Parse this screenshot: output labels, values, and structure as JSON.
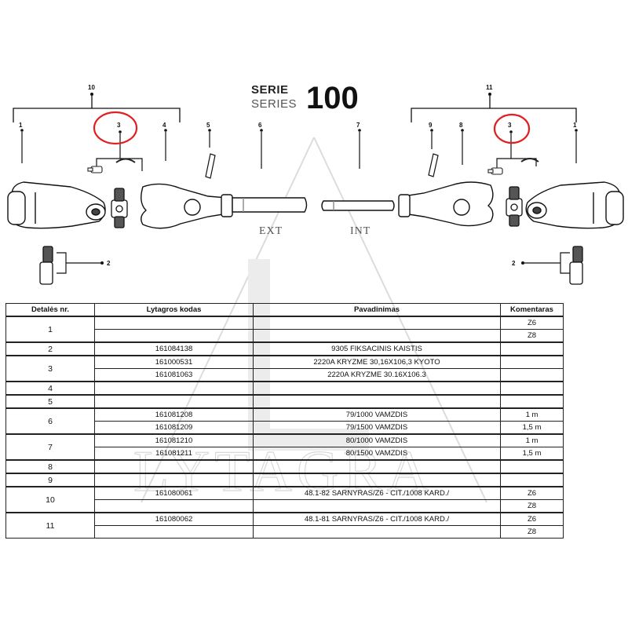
{
  "header": {
    "serie": "SERIE",
    "series": "SERIES",
    "number": "100"
  },
  "diagram": {
    "tube_labels": {
      "ext": "EXT",
      "int": "INT"
    },
    "callouts_left": [
      "10",
      "1",
      "3",
      "4",
      "5",
      "6",
      "7",
      "2"
    ],
    "callouts_right": [
      "11",
      "9",
      "8",
      "3",
      "1",
      "2"
    ],
    "highlight_color": "#e02020"
  },
  "watermark": {
    "text": "LYTAGRA"
  },
  "table": {
    "headers": [
      "Detalės nr.",
      "Lytagros kodas",
      "Pavadinimas",
      "Komentaras"
    ],
    "groups": [
      {
        "nr": "1",
        "rows": [
          {
            "code": "",
            "name": "",
            "comment": "Z6"
          },
          {
            "code": "",
            "name": "",
            "comment": "Z8"
          }
        ]
      },
      {
        "nr": "2",
        "rows": [
          {
            "code": "161084138",
            "name": "9305 FIKSACINIS KAISTIS",
            "comment": ""
          }
        ]
      },
      {
        "nr": "3",
        "rows": [
          {
            "code": "161000531",
            "name": "2220A KRYZME 30,16X106,3 KYOTO",
            "comment": ""
          },
          {
            "code": "161081063",
            "name": "2220A KRYZME 30.16X106.3",
            "comment": ""
          }
        ]
      },
      {
        "nr": "4",
        "rows": [
          {
            "code": "",
            "name": "",
            "comment": ""
          }
        ]
      },
      {
        "nr": "5",
        "rows": [
          {
            "code": "",
            "name": "",
            "comment": ""
          }
        ]
      },
      {
        "nr": "6",
        "rows": [
          {
            "code": "161081208",
            "name": "79/1000 VAMZDIS",
            "comment": "1 m"
          },
          {
            "code": "161081209",
            "name": "79/1500 VAMZDIS",
            "comment": "1,5 m"
          }
        ]
      },
      {
        "nr": "7",
        "rows": [
          {
            "code": "161081210",
            "name": "80/1000 VAMZDIS",
            "comment": "1 m"
          },
          {
            "code": "161081211",
            "name": "80/1500 VAMZDIS",
            "comment": "1,5 m"
          }
        ]
      },
      {
        "nr": "8",
        "rows": [
          {
            "code": "",
            "name": "",
            "comment": ""
          }
        ]
      },
      {
        "nr": "9",
        "rows": [
          {
            "code": "",
            "name": "",
            "comment": ""
          }
        ]
      },
      {
        "nr": "10",
        "rows": [
          {
            "code": "161080061",
            "name": "48.1-82 SARNYRAS/Z6 - CIT./1008 KARD./",
            "comment": "Z6"
          },
          {
            "code": "",
            "name": "",
            "comment": "Z8"
          }
        ]
      },
      {
        "nr": "11",
        "rows": [
          {
            "code": "161080062",
            "name": "48.1-81 SARNYRAS/Z6 - CIT./1008 KARD./",
            "comment": "Z6"
          },
          {
            "code": "",
            "name": "",
            "comment": "Z8"
          }
        ]
      }
    ]
  }
}
